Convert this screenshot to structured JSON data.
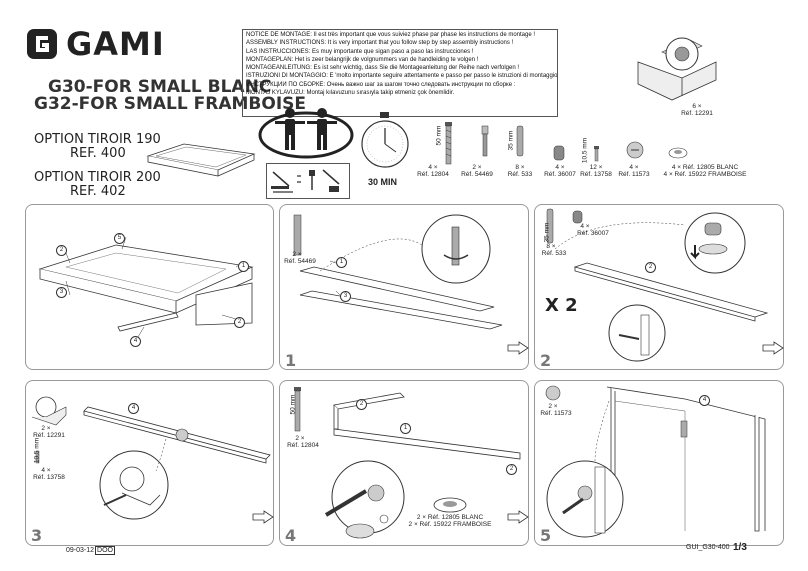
{
  "header": {
    "brand": "GAMI",
    "model_line_1": "G30-FOR SMALL BLANC",
    "model_line_2": "G32-FOR SMALL FRAMBOISE",
    "option_1_title": "OPTION TIROIR 190",
    "option_1_ref": "REF. 400",
    "option_2_title": "OPTION TIROIR 200",
    "option_2_ref": "REF. 402",
    "time": "30 MIN"
  },
  "notice_lines": [
    "NOTICE DE MONTAGE: Il est très important que vous suiviez phase par phase les instructions de montage !",
    "ASSEMBLY INSTRUCTIONS: It is very important that you follow step by step assembly instructions !",
    "LAS INSTRUCCIONES: Es muy importante que sigan paso a paso las instrucciones !",
    "MONTAGEPLAN: Het is zeer belangrijk de volgnummers van de handleiding te volgen !",
    "MONTAGEANLEITUNG: Es ist sehr wichtig, dass Sie die Montageanleitung der Reihe nach verfolgen !",
    "ISTRUZIONI DI MONTAGGIO: E 'molto importante seguire attentamente e passo per passo le istruzioni di montaggio!",
    "ИНСТРУКЦИИ ПО СБОРКЕ: Очень важно шаг за шагом точно следовать инструкции по сборке :",
    "MONTAJ KYLAVUZU: Montaj kılavuzunu sırasıyla takip etmeniz çok önemlidir."
  ],
  "hardware": [
    {
      "qty": "4 ×",
      "ref": "Réf. 12804",
      "size": "50 mm"
    },
    {
      "qty": "2 ×",
      "ref": "Réf. 54469",
      "size": ""
    },
    {
      "qty": "8 ×",
      "ref": "Réf. 533",
      "size": "35 mm"
    },
    {
      "qty": "4 ×",
      "ref": "Réf. 36007",
      "size": ""
    },
    {
      "qty": "12 ×",
      "ref": "Réf. 13758",
      "size": "10,5 mm"
    },
    {
      "qty": "4 ×",
      "ref": "Réf. 11573",
      "size": ""
    }
  ],
  "hardware_extra": {
    "qty": "4 ×",
    "ref_1": "Réf. 12805 BLANC",
    "ref_2": "4 × Réf. 15922 FRAMBOISE",
    "caster_qty": "6 ×",
    "caster_ref": "Réf. 12291"
  },
  "steps": {
    "s1": {
      "num": "1",
      "qty": "2 ×",
      "ref": "Réf. 54469"
    },
    "s2": {
      "num": "2",
      "qty_a": "8 ×",
      "ref_a": "Réf. 533",
      "size_a": "35 mm",
      "qty_b": "4 ×",
      "ref_b": "Réf. 36007",
      "multiplier": "X 2"
    },
    "s3": {
      "num": "3",
      "qty_a": "2 ×",
      "ref_a": "Réf. 12291",
      "qty_b": "4 ×",
      "ref_b": "Réf. 13758",
      "size_b": "10,5 mm"
    },
    "s4": {
      "num": "4",
      "qty": "2 ×",
      "ref": "Réf. 12804",
      "size": "50 mm",
      "ref_blanc": "2 × Réf. 12805 BLANC",
      "ref_framb": "2 × Réf. 15922 FRAMBOISE"
    },
    "s5": {
      "num": "5",
      "qty": "2 ×",
      "ref": "Réf. 11573"
    }
  },
  "callouts": [
    "1",
    "2",
    "3",
    "4",
    "5"
  ],
  "footer": {
    "date_code": "09-03-12",
    "date_box": "DOO",
    "doc_code": "GUI_G30-400",
    "page": "1/3"
  },
  "colors": {
    "line": "#333333",
    "panel_border": "#999999",
    "step_num": "#777777"
  }
}
